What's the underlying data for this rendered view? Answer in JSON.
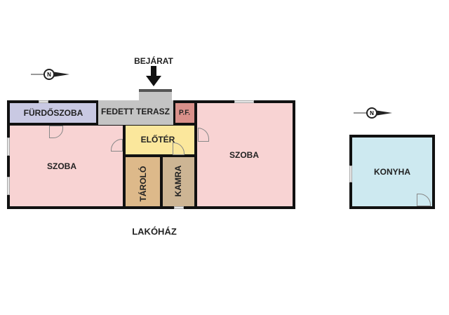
{
  "labels": {
    "entrance": "BEJÁRAT",
    "house": "LAKÓHÁZ",
    "rooms": {
      "bathroom": "FÜRDŐSZOBA",
      "covered_terrace": "FEDETT TERASZ",
      "pf": "P.F.",
      "hall": "ELŐTÉR",
      "room_left": "SZOBA",
      "room_right": "SZOBA",
      "storage": "TÁROLÓ",
      "pantry": "KAMRA",
      "kitchen": "KONYHA"
    },
    "compass": "N"
  },
  "colors": {
    "bathroom": "#c9c9e3",
    "terrace": "#c4c4c4",
    "pf": "#d9908a",
    "room": "#f8d3d3",
    "hall": "#fbe79c",
    "storage": "#ddb98a",
    "pantry": "#cdb594",
    "kitchen": "#cde9f0"
  }
}
